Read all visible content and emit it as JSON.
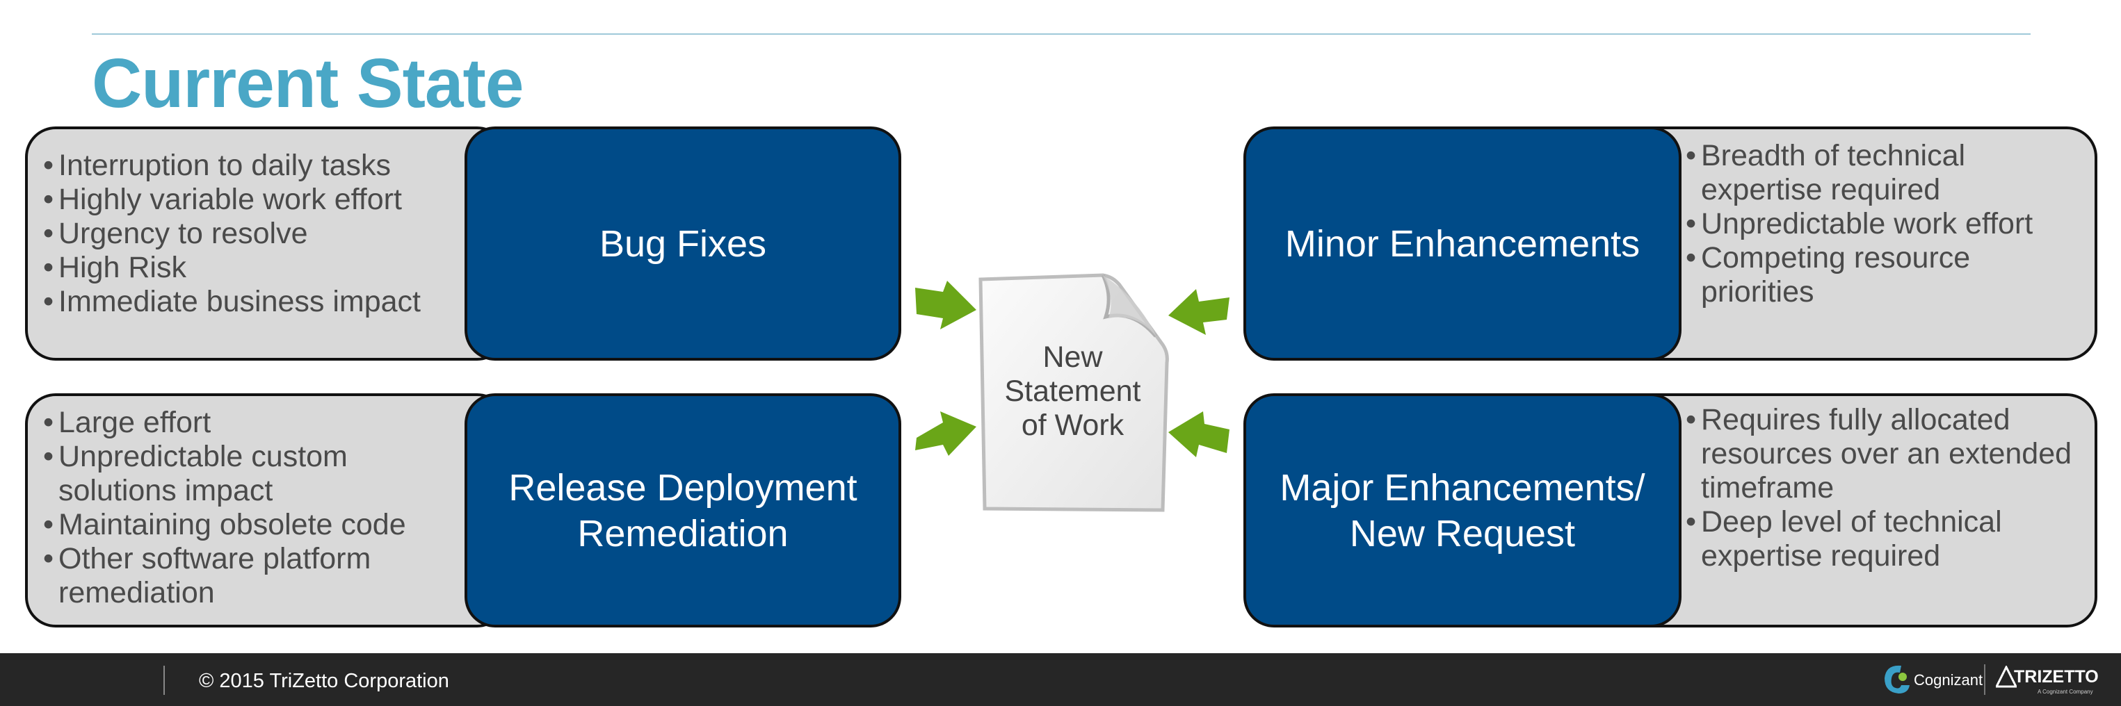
{
  "slide": {
    "title": "Current State",
    "center_document": "New\nStatement\nof Work"
  },
  "quadrants": {
    "top_left": {
      "category": "Bug Fixes",
      "bullets": [
        "Interruption to daily tasks",
        "Highly variable work effort",
        "Urgency to resolve",
        "High Risk",
        "Immediate business impact"
      ]
    },
    "top_right": {
      "category": "Minor Enhancements",
      "bullets": [
        "Breadth of technical expertise required",
        "Unpredictable work effort",
        "Competing resource priorities"
      ]
    },
    "bottom_left": {
      "category": "Release Deployment\nRemediation",
      "bullets": [
        "Large effort",
        "Unpredictable custom solutions impact",
        "Maintaining obsolete code",
        "Other software platform remediation"
      ]
    },
    "bottom_right": {
      "category": "Major Enhancements/\nNew Request",
      "bullets": [
        "Requires fully allocated resources over an extended timeframe",
        "Deep level of technical expertise required"
      ]
    }
  },
  "footer": {
    "copyright": "© 2015 TriZetto Corporation",
    "logo_cognizant": "Cognizant",
    "logo_trizetto": "TRIZETTO",
    "logo_trizetto_sub": "A Cognizant Company",
    "logo_cognizant_icon": "cognizant-swirl-icon",
    "logo_trizetto_icon": "trizetto-triangle-icon"
  },
  "colors": {
    "title": "#4aa7c6",
    "category_box": "#004b88",
    "bullet_panel": "#d9d9d9",
    "arrow": "#6aa618",
    "footer": "#262626"
  }
}
